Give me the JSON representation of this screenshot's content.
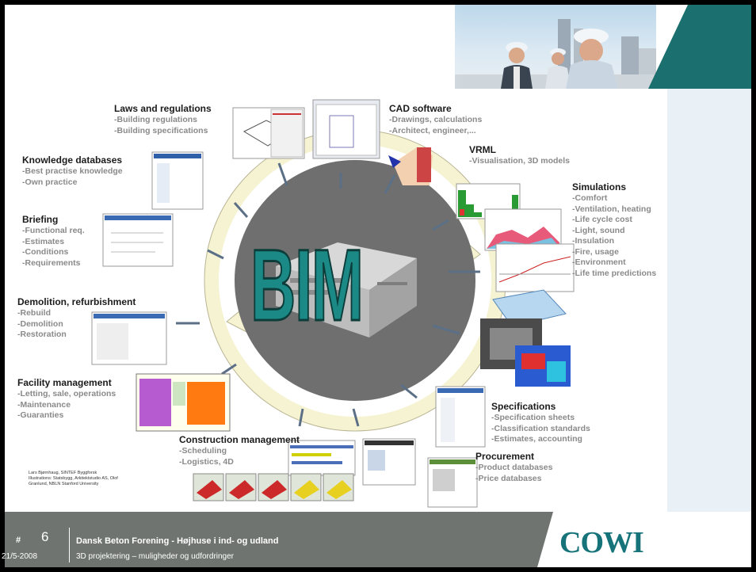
{
  "center": {
    "label": "BIM"
  },
  "groups": {
    "laws": {
      "title": "Laws and regulations",
      "items": [
        "-Building regulations",
        "-Building specifications"
      ]
    },
    "cad": {
      "title": "CAD software",
      "items": [
        "-Drawings, calculations",
        "-Architect, engineer,..."
      ]
    },
    "vrml": {
      "title": "VRML",
      "items": [
        "-Visualisation, 3D models"
      ]
    },
    "knowledge": {
      "title": "Knowledge databases",
      "items": [
        "-Best practise knowledge",
        "-Own practice"
      ]
    },
    "simulations": {
      "title": "Simulations",
      "items": [
        "-Comfort",
        "-Ventilation, heating",
        "-Life cycle cost",
        "-Light, sound",
        "-Insulation",
        "-Fire, usage",
        "-Environment",
        "-Life time predictions"
      ]
    },
    "briefing": {
      "title": "Briefing",
      "items": [
        "-Functional req.",
        "-Estimates",
        "-Conditions",
        "-Requirements"
      ]
    },
    "demolition": {
      "title": "Demolition, refurbishment",
      "items": [
        "-Rebuild",
        "-Demolition",
        "-Restoration"
      ]
    },
    "facility": {
      "title": "Facility management",
      "items": [
        "-Letting, sale, operations",
        "-Maintenance",
        "-Guaranties"
      ]
    },
    "specifications": {
      "title": "Specifications",
      "items": [
        "-Specification sheets",
        "-Classification standards",
        "-Estimates, accounting"
      ]
    },
    "construction": {
      "title": "Construction management",
      "items": [
        "-Scheduling",
        "-Logistics, 4D"
      ]
    },
    "procurement": {
      "title": "Procurement",
      "items": [
        "-Product databases",
        "-Price databases"
      ]
    }
  },
  "credit": [
    "Lars Bjørnhaug, SINTEF Byggforsk",
    "Illustrations: Statsbygg, Arkitektstudio AS, Olof",
    "Granlund, NBLN Stanford University"
  ],
  "footer": {
    "hash": "#",
    "slide_number": "6",
    "title": "Dansk Beton Forening - Højhuse i ind- og udland",
    "date": "21/5-2008",
    "subtitle": "3D projektering – muligheder og udfordringer",
    "logo": "COWI"
  },
  "colors": {
    "teal": "#1b6f6e",
    "footer_gray": "#6f7471",
    "side_panel": "#e9f1f7",
    "cycle_arrow": "#f6f3d3"
  }
}
